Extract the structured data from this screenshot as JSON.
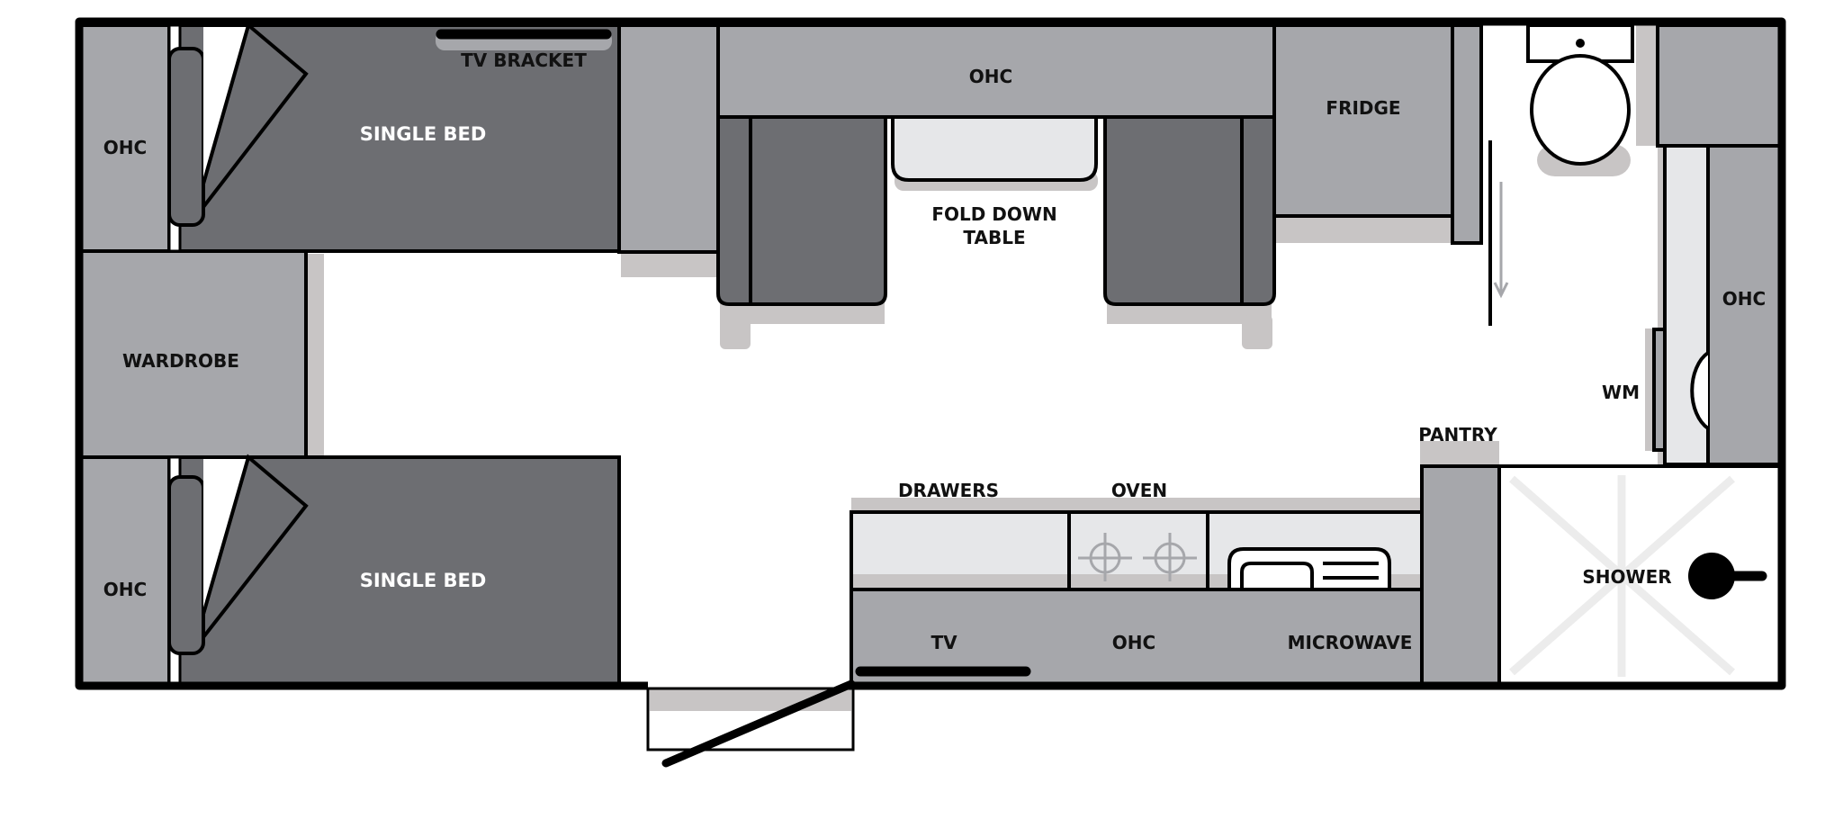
{
  "labels": {
    "tv_bracket": "TV BRACKET",
    "single_bed_top": "SINGLE BED",
    "single_bed_bottom": "SINGLE BED",
    "ohc_top_left": "OHC",
    "ohc_bottom_left": "OHC",
    "ohc_center_top": "OHC",
    "ohc_right": "OHC",
    "ohc_kitchen": "OHC",
    "wardrobe": "WARDROBE",
    "fold_down_table_line1": "FOLD DOWN",
    "fold_down_table_line2": "TABLE",
    "fridge": "FRIDGE",
    "wm": "WM",
    "pantry": "PANTRY",
    "drawers": "DRAWERS",
    "oven": "OVEN",
    "tv": "TV",
    "microwave": "MICROWAVE",
    "shower": "SHOWER"
  },
  "colors": {
    "outline": "#000000",
    "dark_fill": "#6d6e72",
    "medium_fill": "#a6a7ab",
    "light_fill": "#e6e7e9",
    "shadow": "#c8c5c5",
    "floor": "#ffffff"
  }
}
